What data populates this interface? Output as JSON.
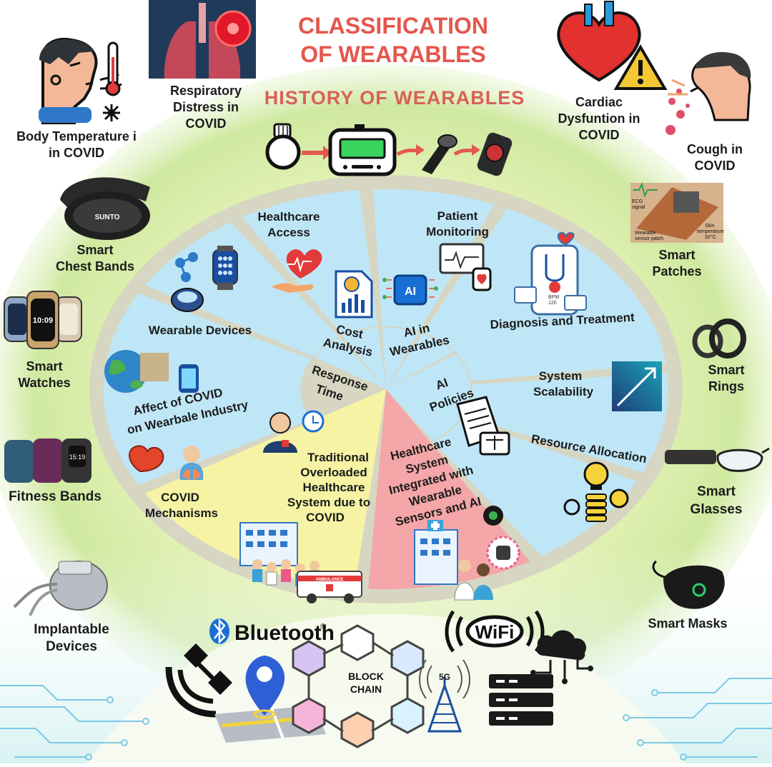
{
  "title_line1": "CLASSIFICATION",
  "title_line2": "OF WEARABLES",
  "history_title": "HISTORY OF WEARABLES",
  "corner_items": {
    "body_temp": [
      "Body Temperature i",
      "in COVID"
    ],
    "respiratory": [
      "Respiratory",
      "Distress in",
      "COVID"
    ],
    "cardiac": [
      "Cardiac",
      "Dysfuntion in",
      "COVID"
    ],
    "cough": [
      "Cough in",
      "COVID"
    ]
  },
  "left_devices": {
    "chest_bands": [
      "Smart",
      "Chest Bands"
    ],
    "smart_watches": [
      "Smart",
      "Watches"
    ],
    "fitness_bands": [
      "Fitness Bands"
    ],
    "implantable": [
      "Implantable",
      "Devices"
    ]
  },
  "right_devices": {
    "smart_patches": [
      "Smart",
      "Patches"
    ],
    "smart_rings": [
      "Smart",
      "Rings"
    ],
    "smart_glasses": [
      "Smart",
      "Glasses"
    ],
    "smart_masks": [
      "Smart Masks"
    ]
  },
  "patch_labels": {
    "ecg": [
      "ECG",
      "signal"
    ],
    "skin": [
      "Skin",
      "temperature",
      "32°C"
    ],
    "sensor": [
      "Wearable",
      "sensor patch"
    ]
  },
  "wheel": {
    "healthcare_access": [
      "Healthcare",
      "Access"
    ],
    "patient_monitoring": [
      "Patient",
      "Monitoring"
    ],
    "wearable_devices": [
      "Wearable Devices"
    ],
    "cost_analysis": [
      "Cost",
      "Analysis"
    ],
    "ai_in_wearables": [
      "AI in",
      "Wearables"
    ],
    "diagnosis": [
      "Diagnosis and Treatment"
    ],
    "affect_covid": [
      "Affect of COVID",
      "on Wearbale Industry"
    ],
    "response_time": [
      "Response",
      "Time"
    ],
    "ai_policies": [
      "AI",
      "Policies"
    ],
    "system_scalability": [
      "System",
      "Scalability"
    ],
    "covid_mechanisms": [
      "COVID",
      "Mechanisms"
    ],
    "traditional": [
      "Traditional",
      "Overloaded",
      "Healthcare",
      "System due to",
      "COVID"
    ],
    "integrated": [
      "Healthcare",
      "System",
      "Integrated with",
      "Wearable",
      "Sensors and AI"
    ],
    "resource_allocation": [
      "Resource Allocation"
    ]
  },
  "icon_texts": {
    "ai_chip": "AI",
    "bpm": "BPM",
    "bpm_value": "120",
    "block_chain": [
      "BLOCK",
      "CHAIN"
    ],
    "five_g": "5G",
    "wifi": "WiFi",
    "ambulance": "AMBULANCE",
    "bluetooth": "Bluetooth",
    "bluetooth_mark": "®",
    "band_logo": "SUNTO",
    "watch_time": "10:09",
    "fitness_time": "15:19"
  },
  "colors": {
    "title": "#e4574c",
    "segment_blue": "#bfe6f7",
    "segment_yellow": "#f6f4a4",
    "segment_pink": "#f4a6a8",
    "wheel_border": "#d6d6c2",
    "glow_green": "#c9e79a",
    "arrow": "#e4574c"
  }
}
